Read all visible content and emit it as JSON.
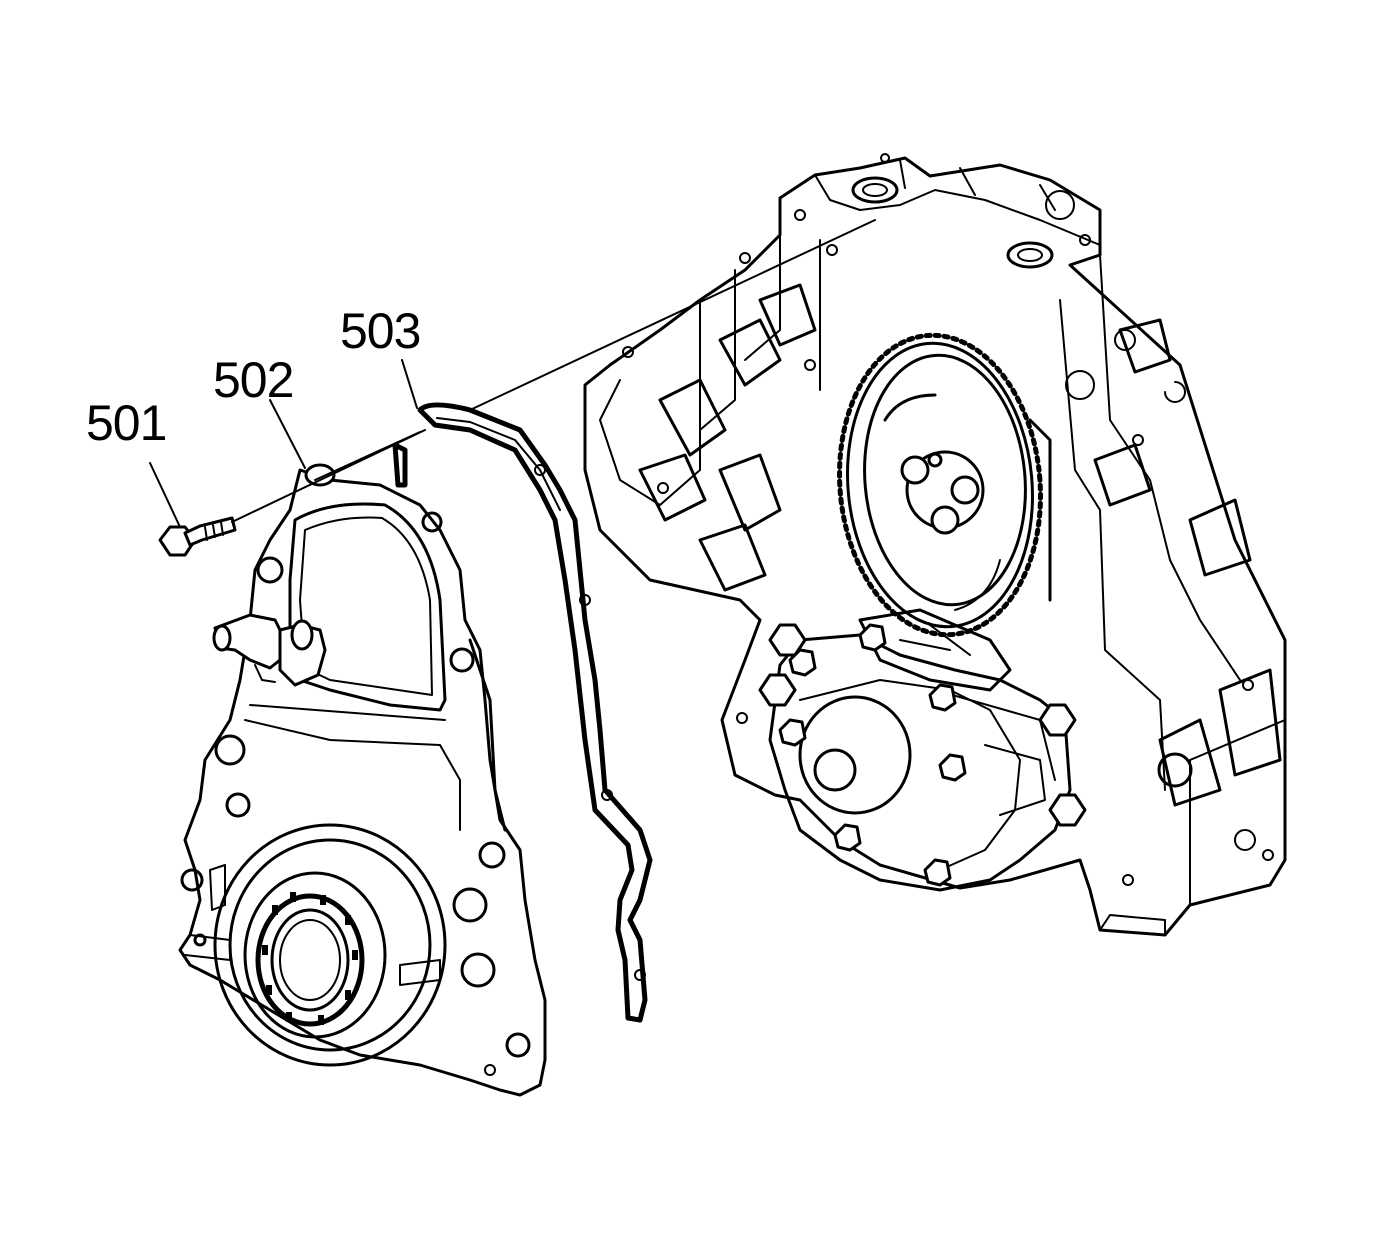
{
  "callouts": {
    "c501": "501",
    "c502": "502",
    "c503": "503"
  },
  "colors": {
    "line": "#000000",
    "background": "#ffffff"
  }
}
